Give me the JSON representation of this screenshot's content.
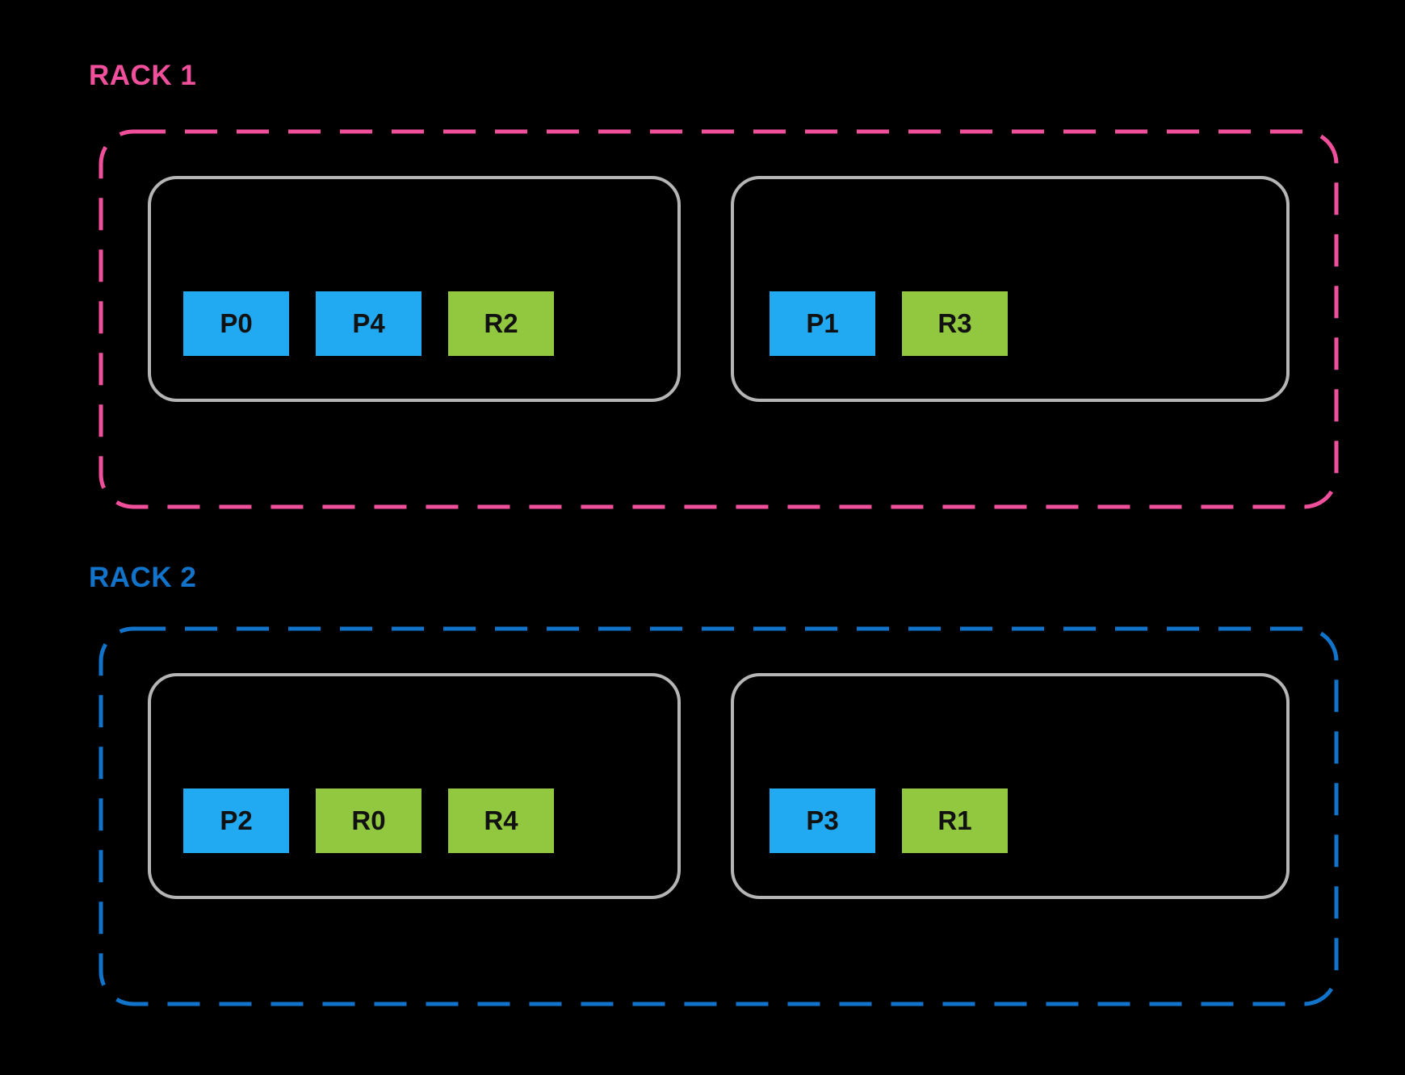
{
  "colors": {
    "background": "#000000",
    "rack1_accent": "#F0509B",
    "rack2_accent": "#1173C9",
    "host_border": "#B5B5B5",
    "slot_blue": "#21A9F2",
    "slot_green": "#92C83F",
    "slot_text": "#111111"
  },
  "racks": [
    {
      "label": "RACK 1",
      "accent": "#F0509B",
      "hosts": [
        {
          "slots": [
            {
              "label": "P0",
              "variant": "blue"
            },
            {
              "label": "P4",
              "variant": "blue"
            },
            {
              "label": "R2",
              "variant": "green"
            }
          ]
        },
        {
          "slots": [
            {
              "label": "P1",
              "variant": "blue"
            },
            {
              "label": "R3",
              "variant": "green"
            }
          ]
        }
      ]
    },
    {
      "label": "RACK 2",
      "accent": "#1173C9",
      "hosts": [
        {
          "slots": [
            {
              "label": "P2",
              "variant": "blue"
            },
            {
              "label": "R0",
              "variant": "green"
            },
            {
              "label": "R4",
              "variant": "green"
            }
          ]
        },
        {
          "slots": [
            {
              "label": "P3",
              "variant": "blue"
            },
            {
              "label": "R1",
              "variant": "green"
            }
          ]
        }
      ]
    }
  ]
}
